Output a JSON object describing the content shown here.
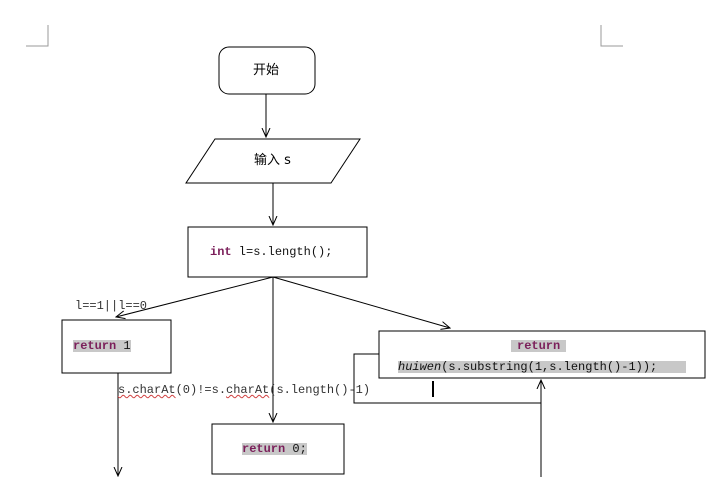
{
  "nodes": {
    "start": "开始",
    "input": "输入 s",
    "init": {
      "kw": "int",
      "rest": " l=s.length();"
    },
    "return_one": {
      "kw": "return",
      "rest": " 1"
    },
    "return_zero": {
      "kw": "return",
      "rest": " 0;"
    },
    "return_recursive": {
      "kw": "return",
      "call_name": "huiwen",
      "call_args": "(s.substring(1,s.length()-1));"
    }
  },
  "edges": {
    "cond_left": "l==1||l==0",
    "cond_middle_a": "s.charAt",
    "cond_middle_b": "(0)!=s.",
    "cond_middle_c": "charAt",
    "cond_middle_d": "(s.length()-1)"
  }
}
